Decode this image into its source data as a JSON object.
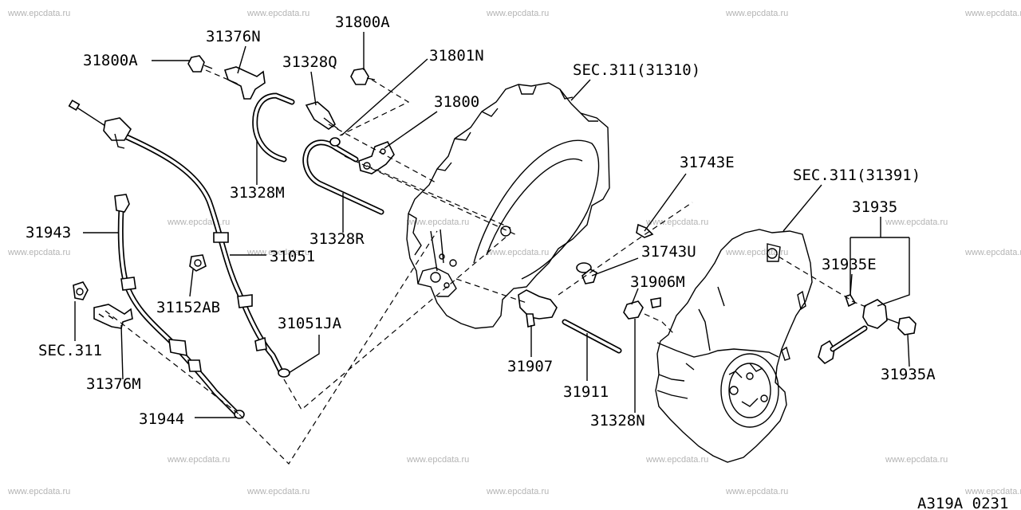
{
  "diagram": {
    "code": "A319A 0231",
    "watermark": "www.epcdata.ru",
    "labels": {
      "l31376N": "31376N",
      "l31800A_top": "31800A",
      "l31800A_left": "31800A",
      "l31328Q": "31328Q",
      "l31801N": "31801N",
      "l31800": "31800",
      "sec31310": "SEC.311(31310)",
      "l31328M": "31328M",
      "l31743E": "31743E",
      "sec31391": "SEC.311(31391)",
      "l31935": "31935",
      "l31943": "31943",
      "l31328R": "31328R",
      "l31051": "31051",
      "l31743U": "31743U",
      "l31935E": "31935E",
      "l31906M": "31906M",
      "l31152AB": "31152AB",
      "l31051JA": "31051JA",
      "sec311": "SEC.311",
      "l31907": "31907",
      "l31935A": "31935A",
      "l31376M": "31376M",
      "l31911": "31911",
      "l31944": "31944",
      "l31328N": "31328N"
    }
  }
}
